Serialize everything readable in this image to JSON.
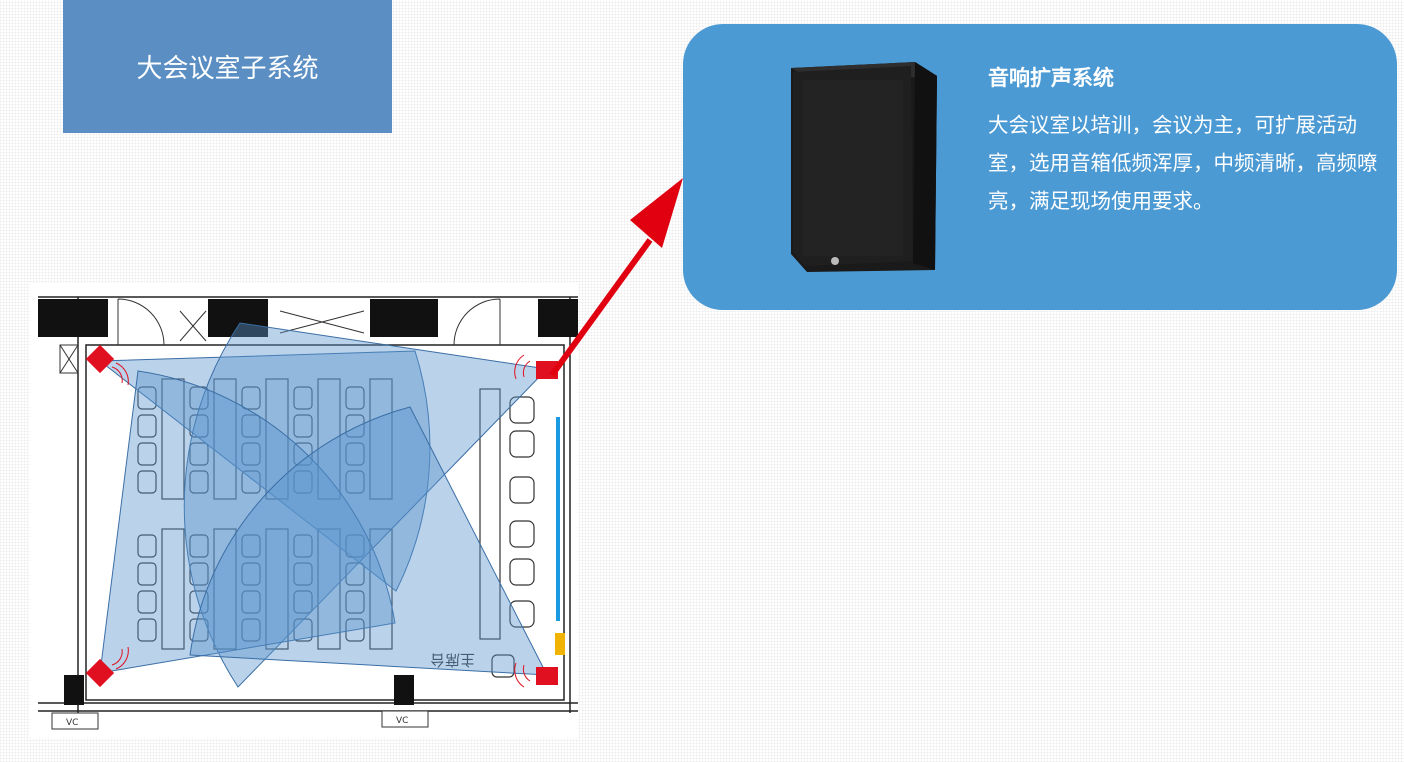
{
  "title_box": {
    "label": "大会议室子系统"
  },
  "info_card": {
    "heading": "音响扩声系统",
    "body": "大会议室以培训，会议为主，可扩展活动室，选用音箱低频浑厚，中频清晰，高频嘹亮，满足现场使用要求。"
  },
  "floor_plan": {
    "stage_label": "主席台",
    "vc_label_left": "VC",
    "vc_label_right": "VC"
  },
  "colors": {
    "title_box": "#5b8fc4",
    "info_card": "#4c9ad4",
    "coverage": "#5b94cc",
    "speaker_marker": "#e01020",
    "arrow": "#e00010",
    "screen_bar": "#1a9ae0",
    "stage_accent": "#f0b400"
  },
  "icons": [
    "speaker-cabinet-icon",
    "speaker-marker-icon",
    "sound-wave-icon",
    "door-icon",
    "chair-icon"
  ]
}
